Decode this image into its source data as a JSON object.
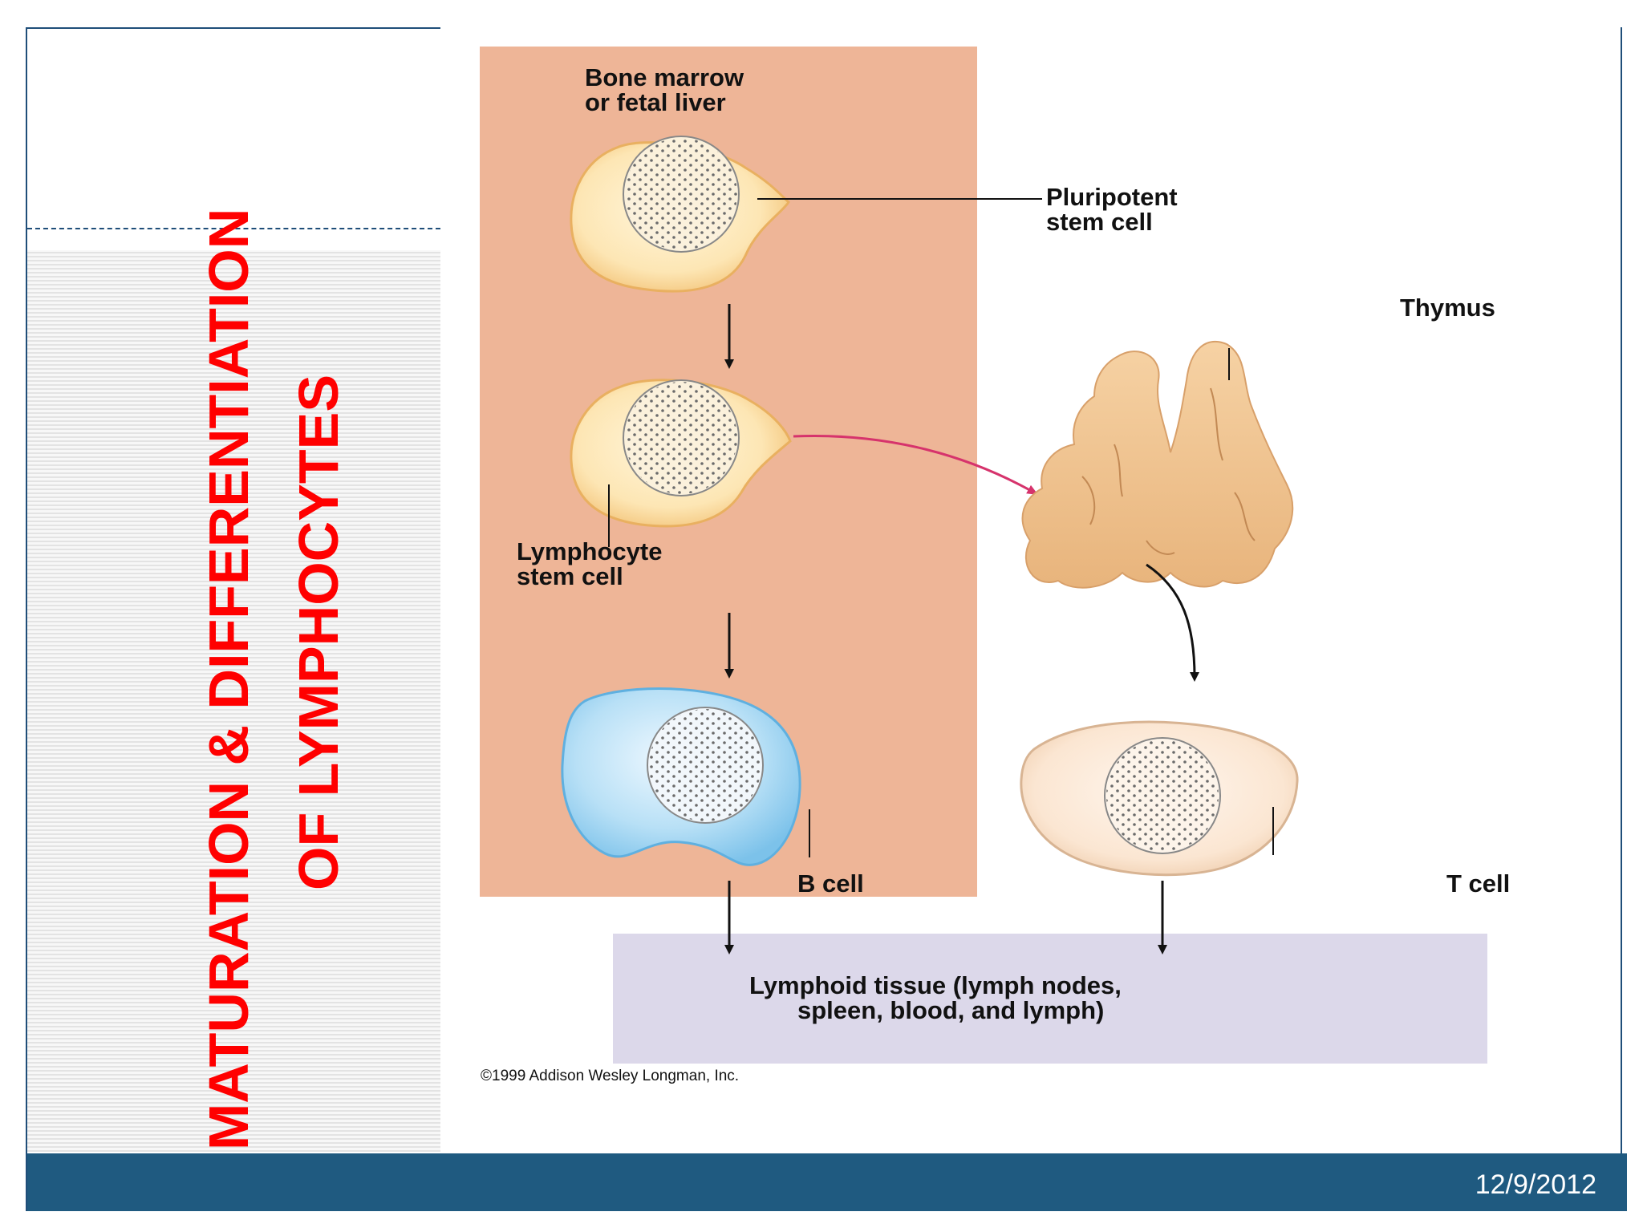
{
  "slide": {
    "title_line1": "MATURATION & DIFFERENTIATION",
    "title_line2": "OF LYMPHOCYTES",
    "date": "12/9/2012"
  },
  "diagram": {
    "region_label_line1": "Bone marrow",
    "region_label_line2": "or fetal liver",
    "pluripotent_line1": "Pluripotent",
    "pluripotent_line2": "stem cell",
    "lymphocyte_line1": "Lymphocyte",
    "lymphocyte_line2": "stem cell",
    "thymus": "Thymus",
    "b_cell": "B cell",
    "t_cell": "T cell",
    "tissue_line1": "Lymphoid tissue (lymph nodes,",
    "tissue_line2": "spleen, blood, and lymph)",
    "copyright": "©1999 Addison Wesley Longman, Inc."
  },
  "colors": {
    "title": "#ff0000",
    "bone_marrow_panel": "#eeb597",
    "lymphoid_panel": "#dcd8ea",
    "stem_cell": "#fde5b0",
    "b_cell": "#a9d8f2",
    "t_cell": "#fae3cc",
    "thymus": "#efc08c",
    "migration_arrow": "#d6336c",
    "footer_bar": "#1f5a80"
  }
}
